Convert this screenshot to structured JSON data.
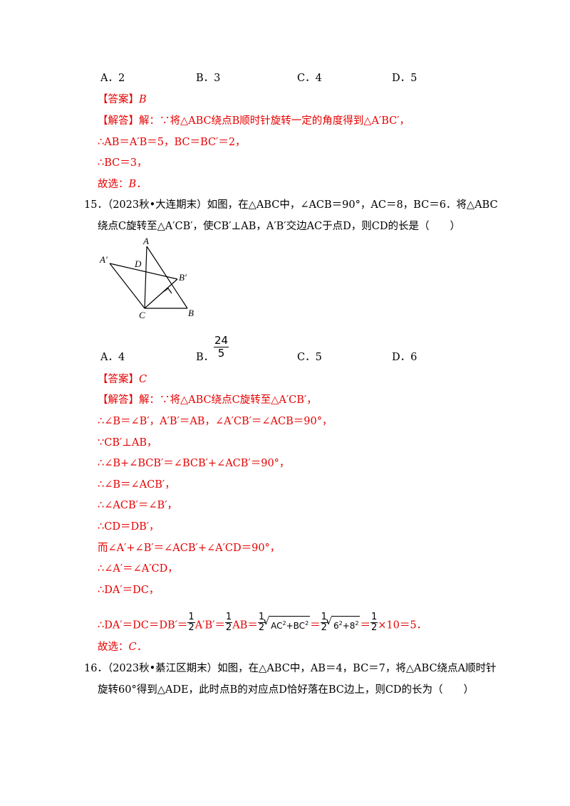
{
  "prev_question": {
    "options": [
      "A．2",
      "B．3",
      "C．4",
      "D．5"
    ],
    "answer_label": "【答案】",
    "answer_value": "B",
    "solution_label": "【解答】",
    "solution_intro": "解：∵将△ABC绕点B顺时针旋转一定的角度得到△A′BC′，",
    "steps": [
      "∴AB＝A′B＝5，BC＝BC′＝2，",
      "∴BC＝3，"
    ],
    "conclusion_prefix": "故选：",
    "conclusion_value": "B．"
  },
  "q15": {
    "number": "15．",
    "source": "（2023秋•大连期末）",
    "stem_line1": "如图，在△ABC中，∠ACB＝90°，AC＝8，BC＝6．将△ABC",
    "stem_line2": "绕点C旋转至△A′CB′，使CB′⊥AB，A′B′交边AC于点D，则CD的长是（　　）",
    "figure_labels": {
      "A": "A",
      "A_prime": "A′",
      "D": "D",
      "B_prime": "B′",
      "C": "C",
      "B": "B"
    },
    "options": [
      "A．4",
      "B．",
      "C．5",
      "D．6"
    ],
    "option_b_fraction": {
      "num": "24",
      "den": "5"
    },
    "answer_label": "【答案】",
    "answer_value": "C",
    "solution_label": "【解答】",
    "solution_intro": "解：∵将△ABC绕点C旋转至△A′CB′，",
    "steps": [
      "∴∠B＝∠B′，A′B′＝AB，∠A′CB′＝∠ACB＝90°，",
      "∵CB′⊥AB，",
      "∴∠B+∠BCB′＝∠BCB′+∠ACB′＝90°，",
      "∴∠B＝∠ACB′，",
      "∴∠ACB′＝∠B′，",
      "∴CD＝DB′，",
      "而∠A′+∠B′＝∠ACB′+∠A′CD＝90°，",
      "∴∠A′＝∠A′CD，",
      "∴DA′＝DC，"
    ],
    "final": {
      "part1": "∴DA′＝DC＝DB′＝",
      "half": {
        "num": "1",
        "den": "2"
      },
      "part2": "A′B′＝",
      "part3": "AB＝",
      "part4": "＝",
      "part5": "＝",
      "part6": "×10＝5．",
      "sqrt1": "AC",
      "sqrt1_plus": "+BC",
      "sqrt2": "6",
      "sqrt2_plus": "+8",
      "sup": "2"
    },
    "conclusion_prefix": "故选：",
    "conclusion_value": "C．"
  },
  "q16": {
    "number": "16．",
    "source": "（2023秋•綦江区期末）",
    "stem_line1": "如图，在△ABC中，AB＝4，BC＝7，将△ABC绕点A顺时针",
    "stem_line2": "旋转60°得到△ADE，此时点B的对应点D恰好落在BC边上，则CD的长为（　　）"
  },
  "colors": {
    "solution_text": "#e60000",
    "question_text": "#000000"
  }
}
